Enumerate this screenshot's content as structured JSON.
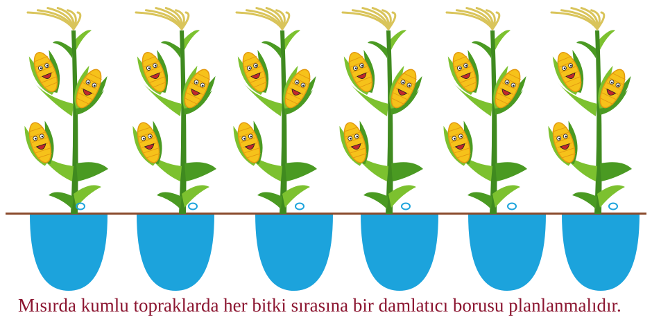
{
  "caption": "Mısırda kumlu topraklarda her bitki sırasına bir damlatıcı borusu planlanmalıdır.",
  "plant_count": 6,
  "icons": {
    "plant": "corn-plant-icon",
    "dripper": "drip-emitter-icon",
    "wetting_zone": "wetting-bulb",
    "ground": "soil-surface-line"
  },
  "colors": {
    "wetting_zone": "#1ca3dc",
    "dripper_ring": "#1ca3dc",
    "ground_line": "#8a4a2c",
    "stem": "#3f8a1f",
    "leaf": "#7cc12f",
    "leaf_dark": "#4a9a22",
    "cob": "#f6c21a",
    "cob_shade": "#e39a10",
    "tassel": "#d9c45a",
    "caption": "#8b1530"
  }
}
